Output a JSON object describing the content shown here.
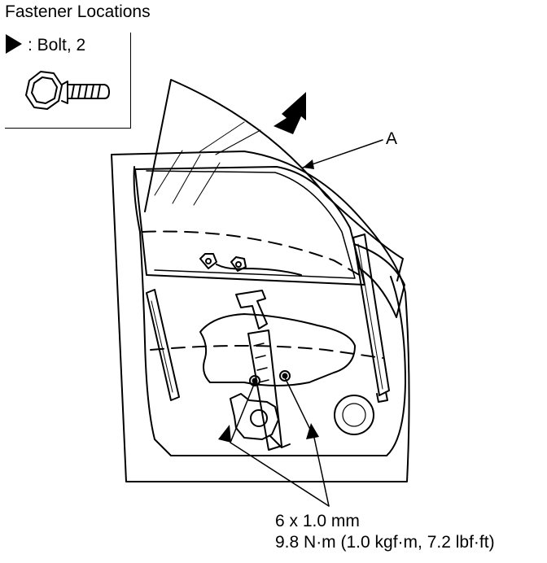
{
  "title": "Fastener Locations",
  "legend": {
    "symbol": "filled-triangle-icon",
    "text": ": Bolt, 2"
  },
  "callout_a": "A",
  "spec": {
    "size": "6 x 1.0 mm",
    "torque": "9.8 N·m (1.0 kgf·m, 7.2 lbf·ft)"
  }
}
